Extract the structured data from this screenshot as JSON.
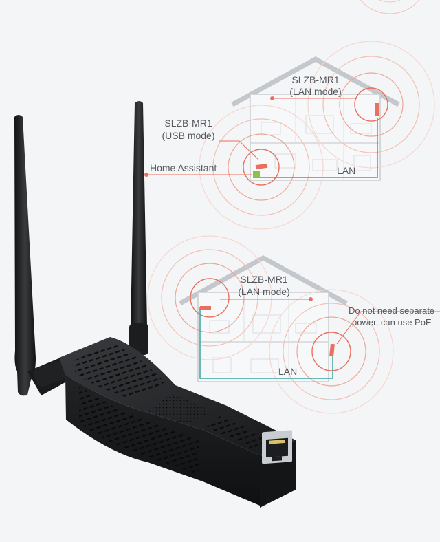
{
  "labels": {
    "top_device_name": "SLZB-MR1",
    "top_device_mode": "(LAN mode)",
    "usb_device_name": "SLZB-MR1",
    "usb_device_mode": "(USB mode)",
    "home_assistant": "Home Assistant",
    "lan_top": "LAN",
    "bottom_device_name": "SLZB-MR1",
    "bottom_device_mode": "(LAN mode)",
    "poe_line1": "Do not need separate",
    "poe_line2": "power, can use PoE",
    "lan_bottom": "LAN"
  },
  "colors": {
    "background": "#f4f5f6",
    "accent_red": "#e8705e",
    "lan_teal": "#3aa6a0",
    "house_outline": "#bcc0c4",
    "device_black": "#1e1f21",
    "ha_green": "#8bc34a"
  },
  "icons": {
    "ethernet_port": "ethernet-port-icon",
    "antenna": "antenna-icon"
  }
}
